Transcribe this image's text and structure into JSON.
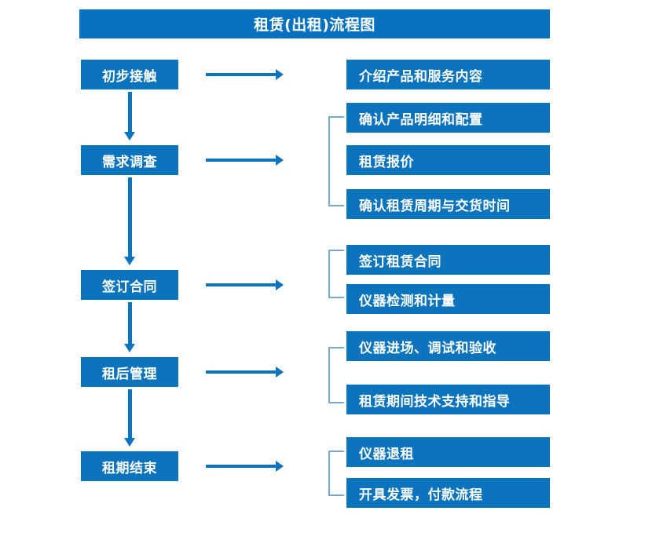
{
  "title": "租赁(出租)流程图",
  "colors": {
    "box_fill": "#0c74bd",
    "box_text": "#ffffff",
    "arrow": "#0c74bd",
    "bracket": "#7ba7c7",
    "background": "#ffffff"
  },
  "stages": [
    {
      "label": "初步接触"
    },
    {
      "label": "需求调查"
    },
    {
      "label": "签订合同"
    },
    {
      "label": "租后管理"
    },
    {
      "label": "租期结束"
    }
  ],
  "details": [
    {
      "label": "介绍产品和服务内容"
    },
    {
      "label": "确认产品明细和配置"
    },
    {
      "label": "租赁报价"
    },
    {
      "label": "确认租赁周期与交货时间"
    },
    {
      "label": "签订租赁合同"
    },
    {
      "label": "仪器检测和计量"
    },
    {
      "label": "仪器进场、调试和验收"
    },
    {
      "label": "租赁期间技术支持和指导"
    },
    {
      "label": "仪器退租"
    },
    {
      "label": "开具发票，付款流程"
    }
  ],
  "connectors": {
    "horizontal_arrow_count": 5,
    "vertical_arrow_count": 4,
    "bracket_count": 4
  }
}
